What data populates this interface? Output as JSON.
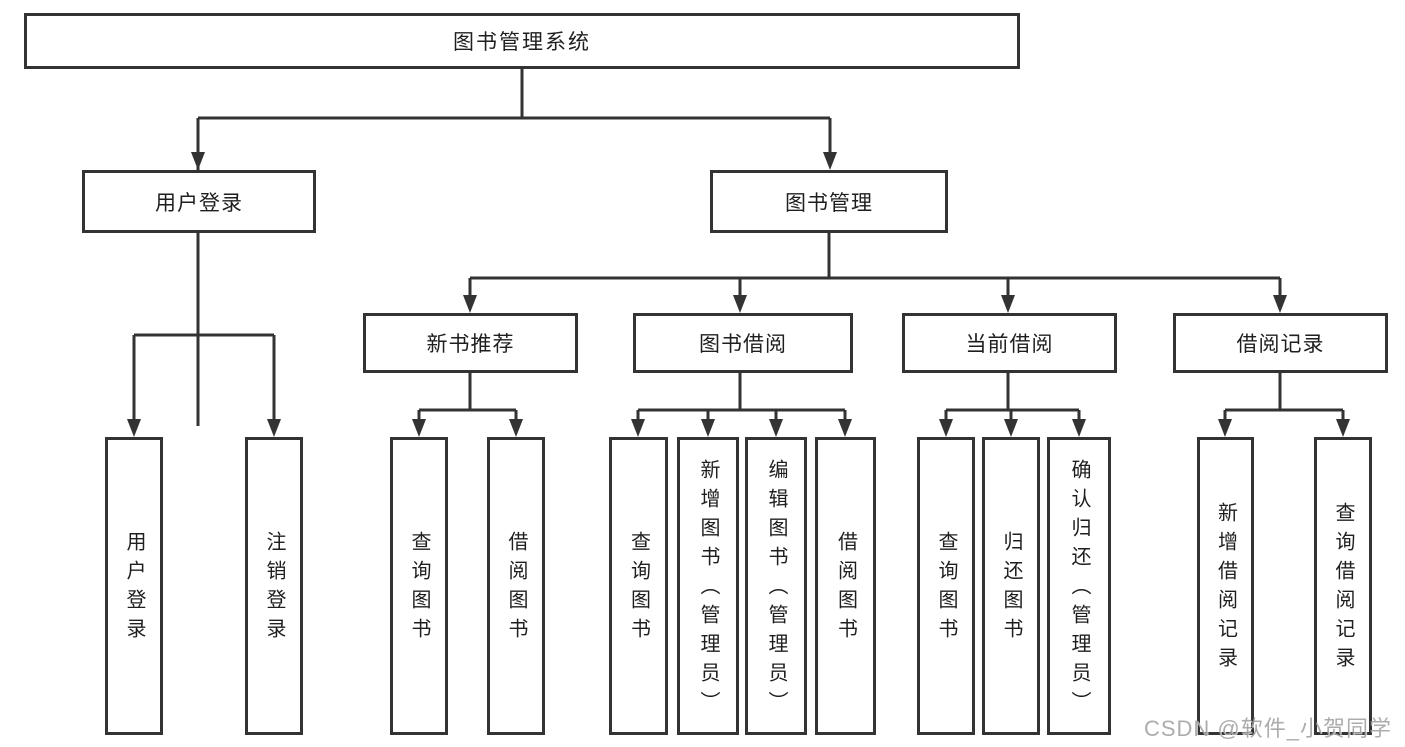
{
  "diagram": {
    "tree": {
      "label": "图书管理系统",
      "children": [
        {
          "label": "用户登录",
          "children": [
            {
              "label": "用户登录"
            },
            {
              "label": "注销登录"
            }
          ]
        },
        {
          "label": "图书管理",
          "children": [
            {
              "label": "新书推荐",
              "children": [
                {
                  "label": "查询图书"
                },
                {
                  "label": "借阅图书"
                }
              ]
            },
            {
              "label": "图书借阅",
              "children": [
                {
                  "label": "查询图书"
                },
                {
                  "label": "新增图书（管理员）"
                },
                {
                  "label": "编辑图书（管理员）"
                },
                {
                  "label": "借阅图书"
                }
              ]
            },
            {
              "label": "当前借阅",
              "children": [
                {
                  "label": "查询图书"
                },
                {
                  "label": "归还图书"
                },
                {
                  "label": "确认归还（管理员）"
                }
              ]
            },
            {
              "label": "借阅记录",
              "children": [
                {
                  "label": "新增借阅记录"
                },
                {
                  "label": "查询借阅记录"
                }
              ]
            }
          ]
        }
      ]
    },
    "colors": {
      "line": "#333333",
      "text": "#1f1f1f",
      "background": "#ffffff",
      "watermark": "#9e9e9e"
    },
    "watermark": "CSDN @软件_小贺同学"
  }
}
